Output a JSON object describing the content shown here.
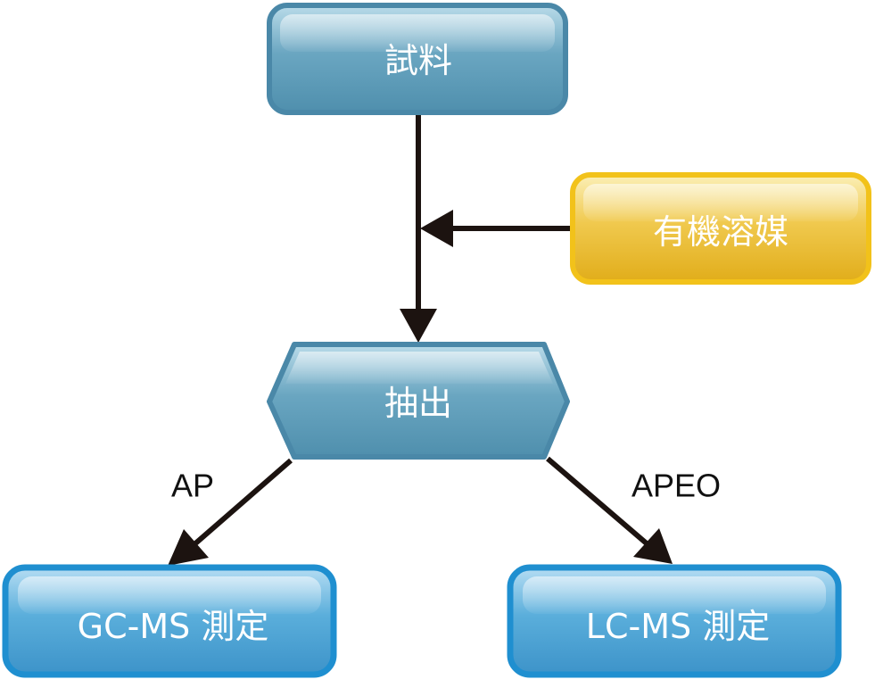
{
  "nodes": {
    "sample": {
      "label": "試料"
    },
    "solvent": {
      "label": "有機溶媒"
    },
    "extraction": {
      "label": "抽出"
    },
    "gcms": {
      "label": "GC-MS 測定"
    },
    "lcms": {
      "label": "LC-MS 測定"
    }
  },
  "edges": {
    "to_gcms": {
      "label": "AP"
    },
    "to_lcms": {
      "label": "APEO"
    }
  },
  "colors": {
    "teal_node_fill": "#5b97b3",
    "teal_node_border": "#4a88a8",
    "blue_node_fill": "#4fa3d3",
    "blue_node_border": "#1f8fd0",
    "yellow_node_fill": "#efc33a",
    "yellow_node_border": "#f2c21a",
    "arrow": "#1c1310"
  }
}
